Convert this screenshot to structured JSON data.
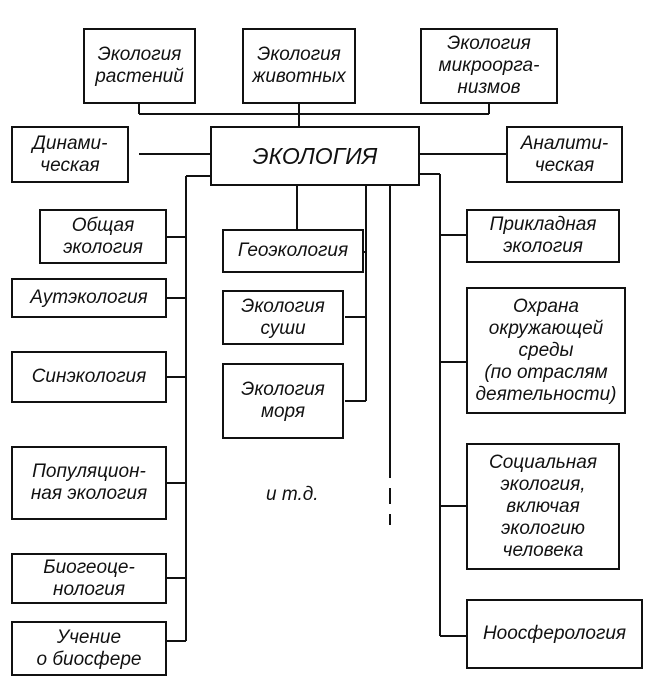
{
  "diagram": {
    "root": "ЭКОЛОГИЯ",
    "top_row": [
      "Экология\nрастений",
      "Экология\nживотных",
      "Экология\nмикроорга-\nнизмов"
    ],
    "side_branches": {
      "left": "Динами-\nческая",
      "right": "Аналити-\nческая"
    },
    "left_column": [
      "Общая\nэкология",
      "Аутэкология",
      "Синэкология",
      "Популяцион-\nная экология",
      "Биогеоце-\nнология",
      "Учение\nо биосфере"
    ],
    "center_column": [
      "Геоэкология",
      "Экология\nсуши",
      "Экология\nморя"
    ],
    "center_etc": "и т.д.",
    "right_column": [
      "Прикладная\nэкология",
      "Охрана\nокружающей\nсреды\n(по отраслям\nдеятельности)",
      "Социальная\nэкология,\nвключая\nэкологию\nчеловека",
      "Ноосферология"
    ]
  }
}
